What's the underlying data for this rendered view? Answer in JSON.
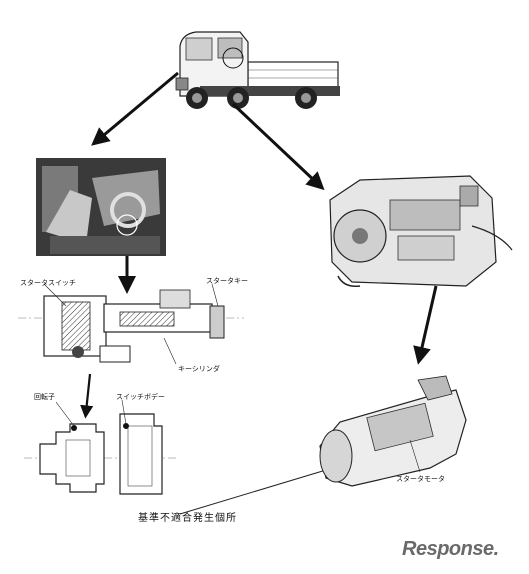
{
  "labels": {
    "starter_switch": "スタータスイッチ",
    "starter_key": "スタータキー",
    "key_cylinder": "キーシリンダ",
    "rotor": "回転子",
    "switch_body": "スイッチボデー",
    "starter_motor": "スタータモータ",
    "defect_location": "基準不適合発生個所"
  },
  "brand": {
    "logo_text": "Response."
  }
}
